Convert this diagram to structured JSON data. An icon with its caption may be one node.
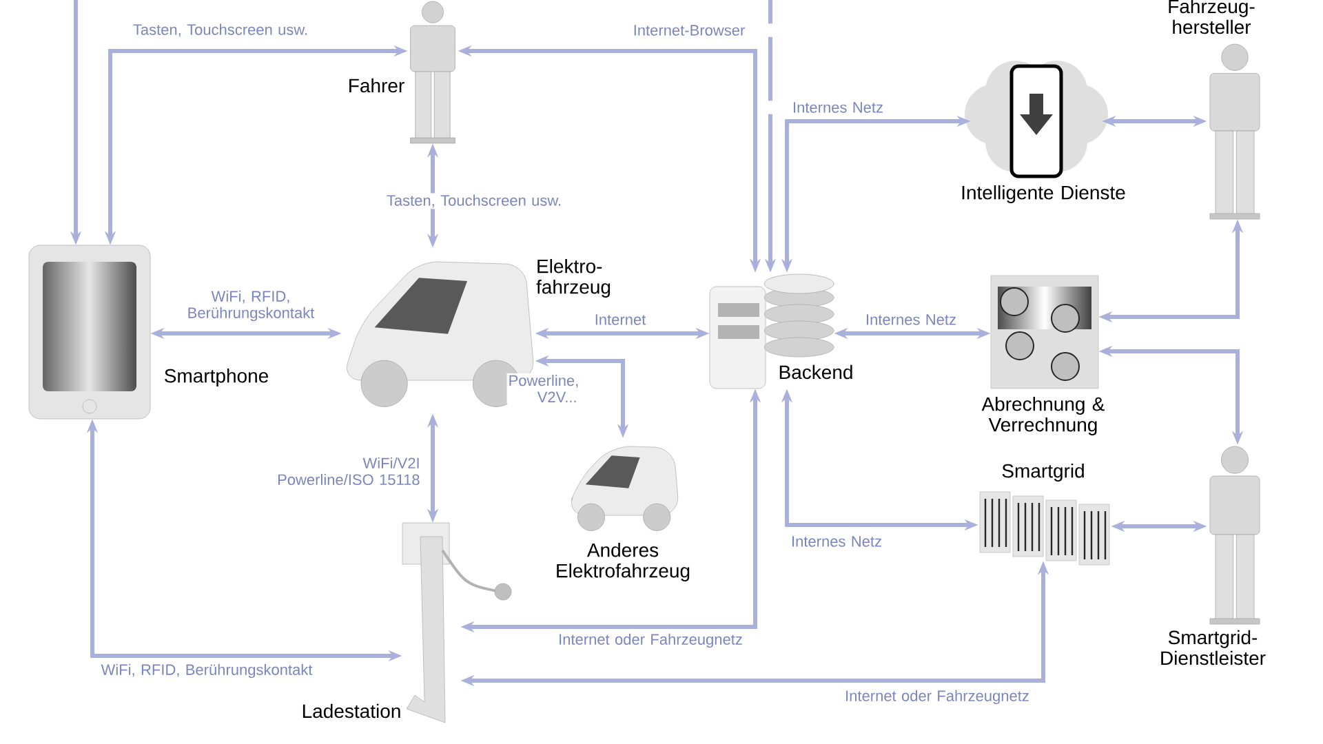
{
  "diagram": {
    "nodes": [
      {
        "text": [
          "Fahrer"
        ]
      },
      {
        "text": [
          "Fahrzeug- hersteller"
        ]
      },
      {
        "text": [
          "Smartphone"
        ]
      },
      {
        "text": [
          "Elektro- fahrzeug"
        ]
      },
      {
        "text": [
          "Backend"
        ]
      },
      {
        "text": [
          "Intelligente Dienste"
        ]
      },
      {
        "text": [
          "Abrechnung & Verrechnung"
        ]
      },
      {
        "text": [
          "Anderes Elektrofahrzeug"
        ]
      },
      {
        "text": [
          "Smartgrid"
        ]
      },
      {
        "text": [
          "Smartgrid- Dienstleister"
        ]
      },
      {
        "text": [
          "Ladestation"
        ]
      }
    ],
    "edges": [
      {
        "from": null,
        "to": 2,
        "arrow": "to"
      },
      {
        "from": 0,
        "to": 2,
        "arrow": "both",
        "label": "Tasten, Touchscreen usw."
      },
      {
        "from": 4,
        "to": 0,
        "arrow": "both",
        "label": "Internet-Browser"
      },
      {
        "from": null,
        "to": 4,
        "arrow": "to"
      },
      {
        "from": 4,
        "to": 5,
        "arrow": "both",
        "label": "Internes Netz"
      },
      {
        "from": 5,
        "to": 1,
        "arrow": "both"
      },
      {
        "from": 0,
        "to": 3,
        "arrow": "both",
        "label": "Tasten, Touchscreen usw."
      },
      {
        "from": 2,
        "to": 3,
        "arrow": "both",
        "label": "WiFi, RFID, Berührungskontakt"
      },
      {
        "from": 4,
        "to": 3,
        "arrow": "both",
        "label": "Internet"
      },
      {
        "from": 3,
        "to": 7,
        "arrow": "both",
        "label": "Powerline, V2V..."
      },
      {
        "from": 4,
        "to": 6,
        "arrow": "both",
        "label": "Internes Netz"
      },
      {
        "from": 6,
        "to": 1,
        "arrow": "both"
      },
      {
        "from": 6,
        "to": 9,
        "arrow": "both"
      },
      {
        "from": 3,
        "to": 10,
        "arrow": "both",
        "label": "WiFi/V2I Powerline/ISO 15118"
      },
      {
        "from": 2,
        "to": 10,
        "arrow": "both",
        "label": "WiFi, RFID, Berührungskontakt"
      },
      {
        "from": 4,
        "to": 10,
        "arrow": "both",
        "label": "Internet oder Fahrzeugnetz"
      },
      {
        "from": 8,
        "to": 10,
        "arrow": "both",
        "label": "Internet oder Fahrzeugnetz"
      },
      {
        "from": 4,
        "to": 8,
        "arrow": "both",
        "label": "Internes Netz"
      },
      {
        "from": 8,
        "to": 9,
        "arrow": "both"
      }
    ]
  }
}
